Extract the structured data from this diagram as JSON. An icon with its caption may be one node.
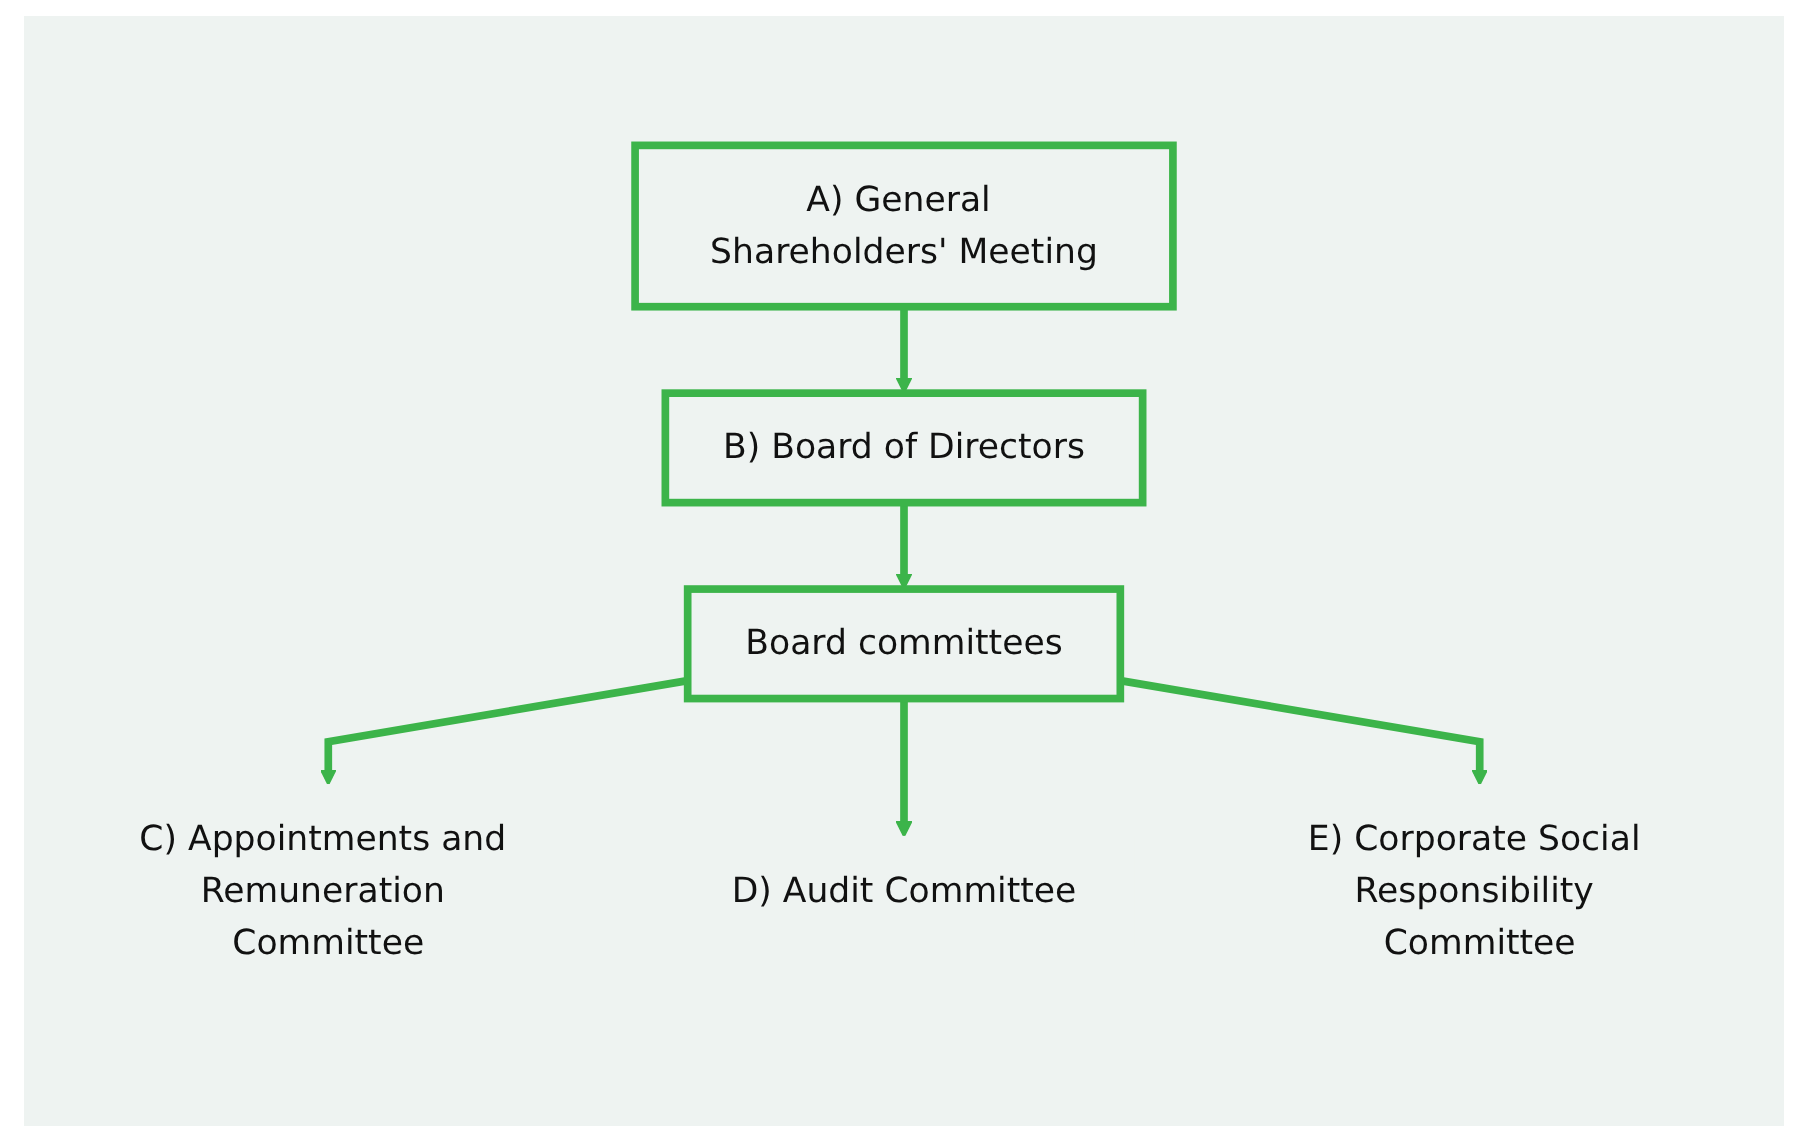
{
  "diagram": {
    "nodes": [
      {
        "text": [
          "A) General Shareholders' Meeting"
        ]
      },
      {
        "text": [
          "B) Board of Directors"
        ]
      },
      {
        "text": [
          "Board committees"
        ]
      },
      {
        "text": [
          "C) Appointments and Remuneration Committee"
        ]
      },
      {
        "text": [
          "D) Audit Committee"
        ]
      },
      {
        "text": [
          "E) Corporate Social Responsibility Committee"
        ]
      }
    ],
    "edges": [
      {
        "from": 0,
        "to": 1,
        "arrow": "to"
      },
      {
        "from": 1,
        "to": 2,
        "arrow": "to"
      },
      {
        "from": 2,
        "to": 3,
        "arrow": "to"
      },
      {
        "from": 2,
        "to": 4,
        "arrow": "to"
      },
      {
        "from": 2,
        "to": 5,
        "arrow": "to"
      }
    ]
  }
}
